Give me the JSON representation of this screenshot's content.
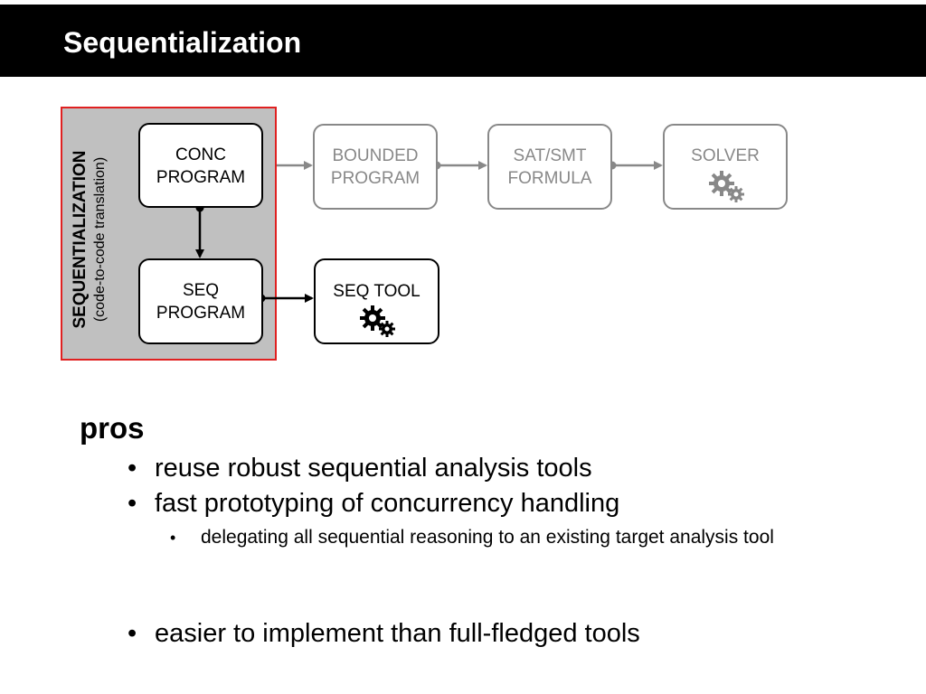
{
  "slide": {
    "title": "Sequentialization"
  },
  "diagram": {
    "panel_title": "SEQUENTIALIZATION",
    "panel_subtitle": "(code-to-code translation)",
    "conc_program": [
      "CONC",
      "PROGRAM"
    ],
    "seq_program": [
      "SEQ",
      "PROGRAM"
    ],
    "bounded_program": [
      "BOUNDED",
      "PROGRAM"
    ],
    "sat_smt_formula": [
      "SAT/SMT",
      "FORMULA"
    ],
    "solver": "SOLVER",
    "seq_tool": "SEQ TOOL",
    "colors": {
      "highlight_border": "#e02020",
      "panel_bg": "#c0c0c0",
      "inactive": "#888888",
      "active": "#000000"
    },
    "icons": [
      "gears-icon"
    ]
  },
  "pros": {
    "heading": "pros",
    "items": [
      "reuse robust sequential analysis tools",
      "fast prototyping of concurrency handling",
      "easier to implement than full-fledged tools"
    ],
    "sub_items": [
      "delegating all sequential reasoning to an existing target analysis tool"
    ],
    "bullet_char": "•"
  }
}
